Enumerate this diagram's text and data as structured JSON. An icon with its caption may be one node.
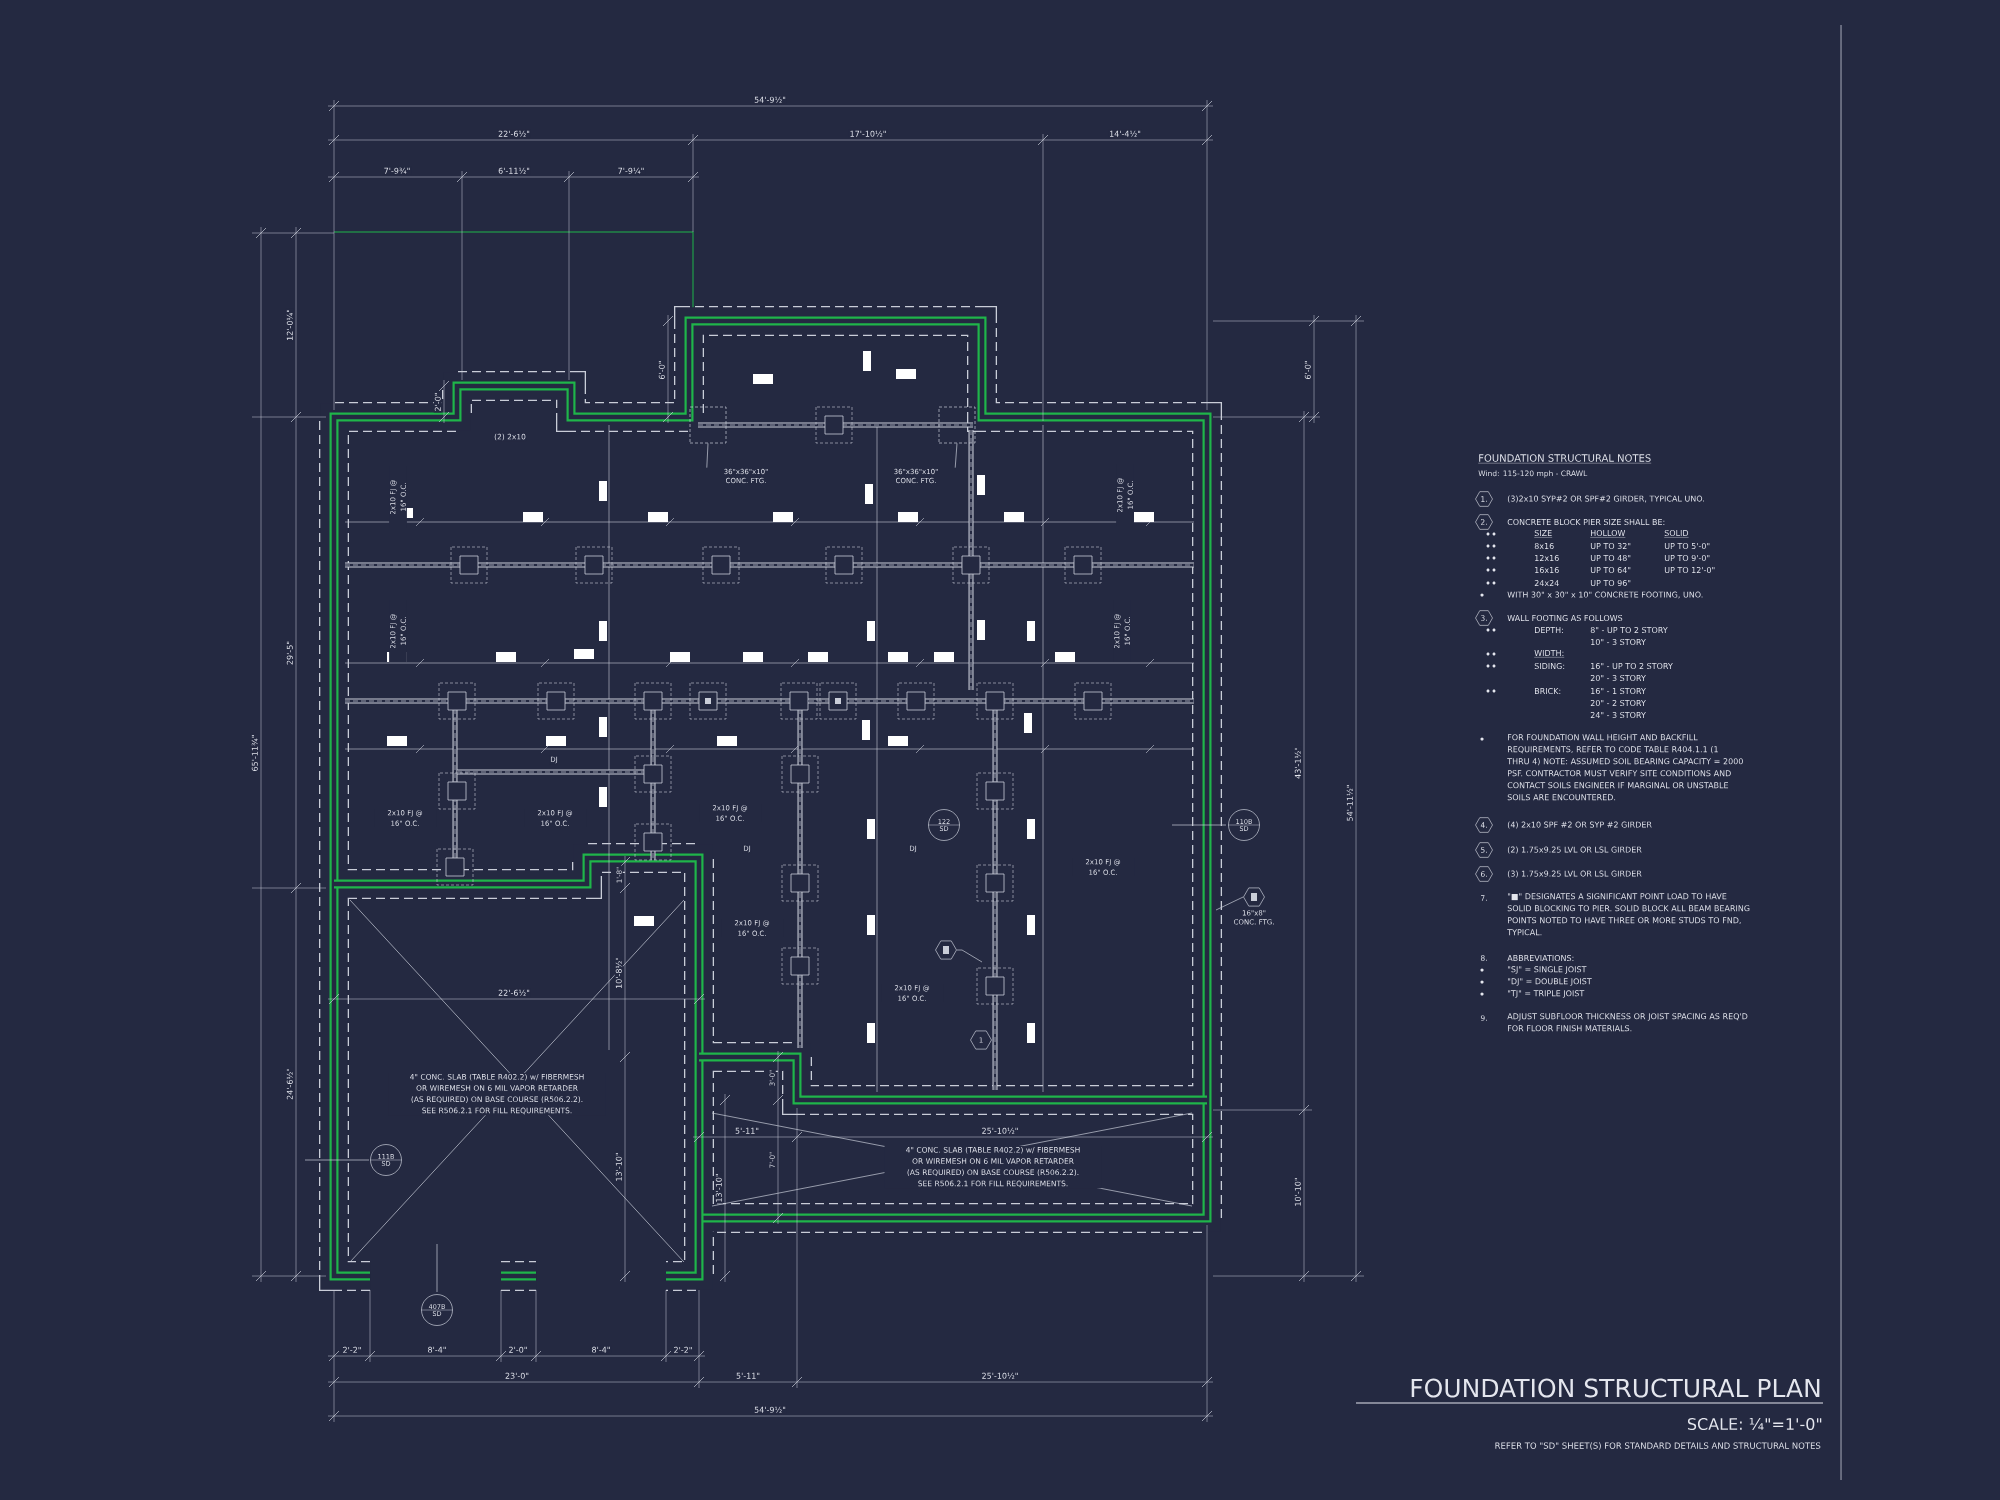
{
  "diagram": {
    "title": "FOUNDATION STRUCTURAL PLAN",
    "nodes": [
      {
        "text": [
          "36\"x36\"x10\" CONC. FTG."
        ]
      },
      {
        "text": [],
        "shape": "box"
      },
      {
        "text": [
          "36\"x36\"x10\" CONC. FTG."
        ]
      },
      {
        "text": [],
        "shape": "box"
      },
      {
        "text": [],
        "shape": "hexagon",
        "beside": [
          "16\"x8\" CONC. FTG."
        ]
      },
      {
        "text": [],
        "shape": "hexagon"
      },
      {
        "text": [
          "1"
        ]
      },
      {
        "text": [
          "122",
          "SD"
        ]
      },
      {
        "text": [
          "110B",
          "SD"
        ]
      },
      {
        "text": [
          "111B",
          "SD"
        ]
      },
      {
        "text": [
          "407B",
          "SD"
        ]
      }
    ],
    "edges": [
      {
        "from": 0,
        "to": 1,
        "arrow": "none"
      },
      {
        "from": 2,
        "to": 3,
        "arrow": "none"
      },
      {
        "from": 4,
        "to": null,
        "arrow": "none"
      },
      {
        "from": 5,
        "to": null,
        "arrow": "none"
      }
    ],
    "labels": [
      "54'-9½\"",
      "22'-6½\"",
      "17'-10½\"",
      "14'-4½\"",
      "7'-9¾\"",
      "6'-11½\"",
      "7'-9¼\"",
      "12'-0¼\"",
      "65'-11¾\"",
      "29'-5\"",
      "24'-6½\"",
      "6'-0\"",
      "2'-0\"",
      "6'-0\"",
      "43'-1½\"",
      "54'-11½\"",
      "10'-10\"",
      "(2) 2x10",
      "2x10 FJ @ 16\" O.C.",
      "2x10 FJ @ 16\" O.C.",
      "2x10 FJ @ 16\" O.C.",
      "2x10 FJ @ 16\" O.C.",
      "2x10 FJ @ 16\" O.C.",
      "2x10 FJ @ 16\" O.C.",
      "2x10 FJ @ 16\" O.C.",
      "DJ",
      "DJ",
      "DJ",
      "2x10 FJ @ 16\" O.C.",
      "1'-8\"",
      "2x10 FJ @ 16\" O.C.",
      "22'-6½\"",
      "10'-8½\"",
      "2x10 FJ @ 16\" O.C.",
      "3'-0\"",
      "4\" CONC. SLAB (TABLE R402.2) w/ FIBERMESH OR WIREMESH ON 6 MIL VAPOR RETARDER (AS REQUIRED) ON BASE COURSE (R506.2.2). SEE R506.2.1 FOR FILL REQUIREMENTS.",
      "5'-11\"",
      "25'-10½\"",
      "13'-10\"",
      "13'-10\"",
      "7'-0\"",
      "4\" CONC. SLAB (TABLE R402.2) w/ FIBERMESH OR WIREMESH ON 6 MIL VAPOR RETARDER (AS REQUIRED) ON BASE COURSE (R506.2.2). SEE R506.2.1 FOR FILL REQUIREMENTS.",
      "2'-2\"",
      "8'-4\"",
      "2'-0\"",
      "8'-4\"",
      "2'-2\"",
      "23'-0\"",
      "5'-11\"",
      "25'-10½\"",
      "54'-9½\"",
      "FOUNDATION STRUCTURAL NOTES",
      "Wind: 115-120 mph - CRAWL",
      "1.",
      "(3)2x10 SYP#2 OR SPF#2 GIRDER, TYPICAL UNO.",
      "2.",
      "CONCRETE BLOCK PIER SIZE SHALL BE:",
      "SIZE",
      "HOLLOW",
      "SOLID",
      "8x16",
      "UP TO 32\"",
      "UP TO 5'-0\"",
      "12x16",
      "UP TO 48\"",
      "UP TO 9'-0\"",
      "16x16",
      "UP TO 64\"",
      "UP TO 12'-0\"",
      "24x24",
      "UP TO 96\"",
      "WITH 30\" x 30\" x 10\" CONCRETE FOOTING, UNO.",
      "3.",
      "WALL FOOTING AS FOLLOWS",
      "DEPTH:",
      "8\" - UP TO 2 STORY",
      "10\" - 3 STORY",
      "WIDTH:",
      "SIDING:",
      "16\" - UP TO 2 STORY",
      "20\" - 3 STORY",
      "BRICK:",
      "16\" - 1 STORY",
      "20\" - 2 STORY",
      "24\" - 3 STORY",
      "FOR FOUNDATION WALL HEIGHT AND BACKFILL REQUIREMENTS, REFER TO CODE TABLE R404.1.1 (1 THRU 4) NOTE: ASSUMED SOIL BEARING CAPACITY = 2000 PSF. CONTRACTOR MUST VERIFY SITE CONDITIONS AND CONTACT SOILS ENGINEER IF MARGINAL OR UNSTABLE SOILS ARE ENCOUNTERED.",
      "4.",
      "(4) 2x10 SPF #2 OR SYP #2 GIRDER",
      "5.",
      "(2) 1.75x9.25 LVL OR LSL GIRDER",
      "6.",
      "(3) 1.75x9.25 LVL OR LSL GIRDER",
      "7.",
      "\"■\" DESIGNATES A SIGNIFICANT POINT LOAD TO HAVE SOLID BLOCKING TO PIER. SOLID BLOCK ALL BEAM BEARING POINTS NOTED TO HAVE THREE OR MORE STUDS TO FND, TYPICAL.",
      "8.",
      "ABBREVIATIONS:",
      "\"SJ\" = SINGLE JOIST",
      "\"DJ\" = DOUBLE JOIST",
      "\"TJ\" = TRIPLE JOIST",
      "9.",
      "ADJUST SUBFLOOR THICKNESS OR JOIST SPACING AS REQ'D FOR FLOOR FINISH MATERIALS.",
      "SCALE: ¼\"=1'-0\"",
      "REFER TO \"SD\" SHEET(S) FOR STANDARD DETAILS AND STRUCTURAL NOTES"
    ]
  }
}
